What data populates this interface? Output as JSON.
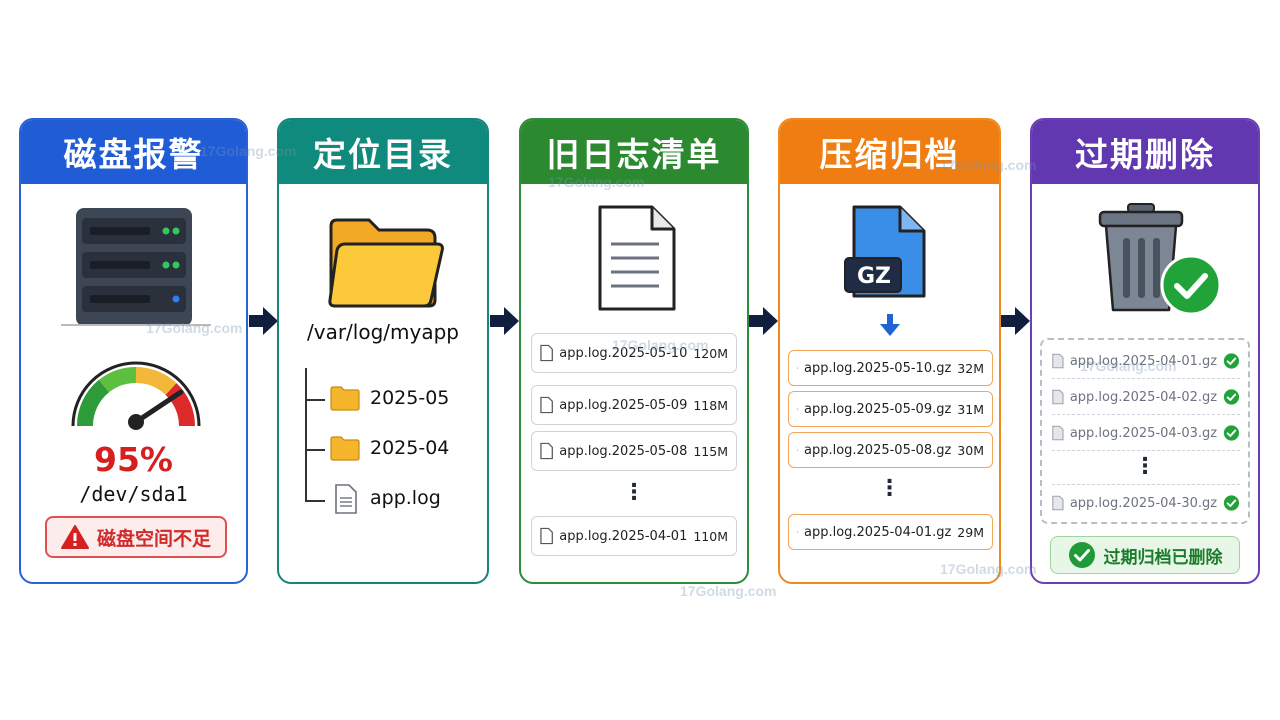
{
  "steps": [
    {
      "title": "磁盘报警"
    },
    {
      "title": "定位目录"
    },
    {
      "title": "旧日志清单"
    },
    {
      "title": "压缩归档"
    },
    {
      "title": "过期删除"
    }
  ],
  "alarm": {
    "percent": "95%",
    "percent_value": 95,
    "device": "/dev/sda1",
    "warning": "磁盘空间不足"
  },
  "locate": {
    "path": "/var/log/myapp",
    "entries": [
      {
        "name": "2025-05",
        "icon": "folder-icon"
      },
      {
        "name": "2025-04",
        "icon": "folder-icon"
      },
      {
        "name": "app.log",
        "icon": "file-icon"
      }
    ]
  },
  "old_logs": {
    "files": [
      {
        "name": "app.log.2025-05-10",
        "size": "120M"
      },
      {
        "name": "app.log.2025-05-09",
        "size": "118M"
      },
      {
        "name": "app.log.2025-05-08",
        "size": "115M"
      }
    ],
    "ellipsis": "⋮",
    "last": {
      "name": "app.log.2025-04-01",
      "size": "110M"
    }
  },
  "archive": {
    "badge": "GZ",
    "files": [
      {
        "name": "app.log.2025-05-10.gz",
        "size": "32M"
      },
      {
        "name": "app.log.2025-05-09.gz",
        "size": "31M"
      },
      {
        "name": "app.log.2025-05-08.gz",
        "size": "30M"
      }
    ],
    "ellipsis": "⋮",
    "last": {
      "name": "app.log.2025-04-01.gz",
      "size": "29M"
    }
  },
  "expire": {
    "files": [
      {
        "name": "app.log.2025-04-01.gz"
      },
      {
        "name": "app.log.2025-04-02.gz"
      },
      {
        "name": "app.log.2025-04-03.gz"
      }
    ],
    "ellipsis": "⋮",
    "last": {
      "name": "app.log.2025-04-30.gz"
    },
    "status": "过期归档已删除"
  },
  "watermark": "17Golang.com",
  "colors": {
    "alarm": "#1f5cd6",
    "locate": "#0f8a7c",
    "old_logs": "#2b8a2f",
    "archive": "#ef7d12",
    "expire": "#6138b0",
    "danger": "#d62020",
    "ok": "#1c7c2c"
  }
}
